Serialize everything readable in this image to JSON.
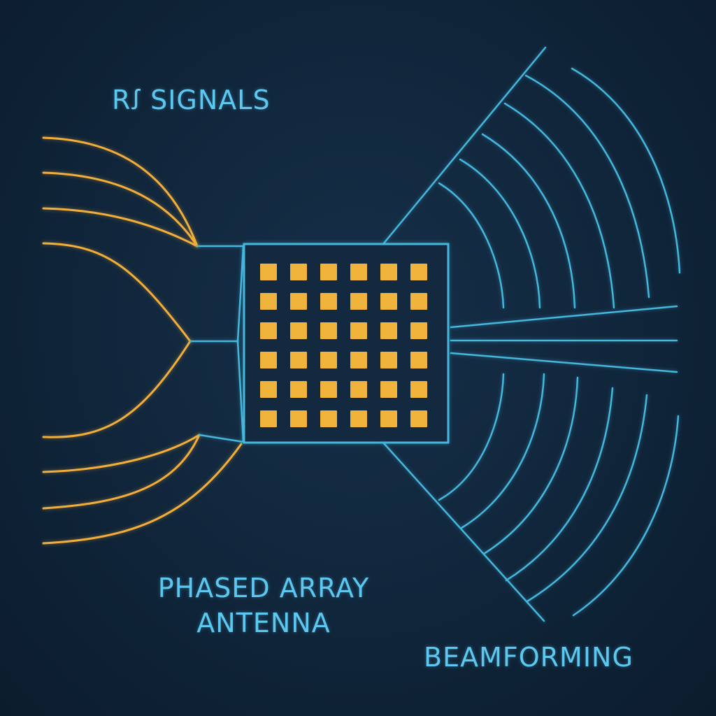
{
  "labels": {
    "rf_signals": "Rꭍ SIGNALS",
    "phased_array_line1": "PHASED ARRAY",
    "phased_array_line2": "ANTENNA",
    "beamforming": "BEAMFORMING"
  },
  "array": {
    "rows": 6,
    "cols": 6
  },
  "colors": {
    "background": "#10253a",
    "wave_orange": "#f2ae3a",
    "line_blue": "#45b6dc",
    "element_fill": "#f0b43c",
    "label_text": "#5cc8f0"
  },
  "icons": [
    "antenna-element-icon"
  ]
}
